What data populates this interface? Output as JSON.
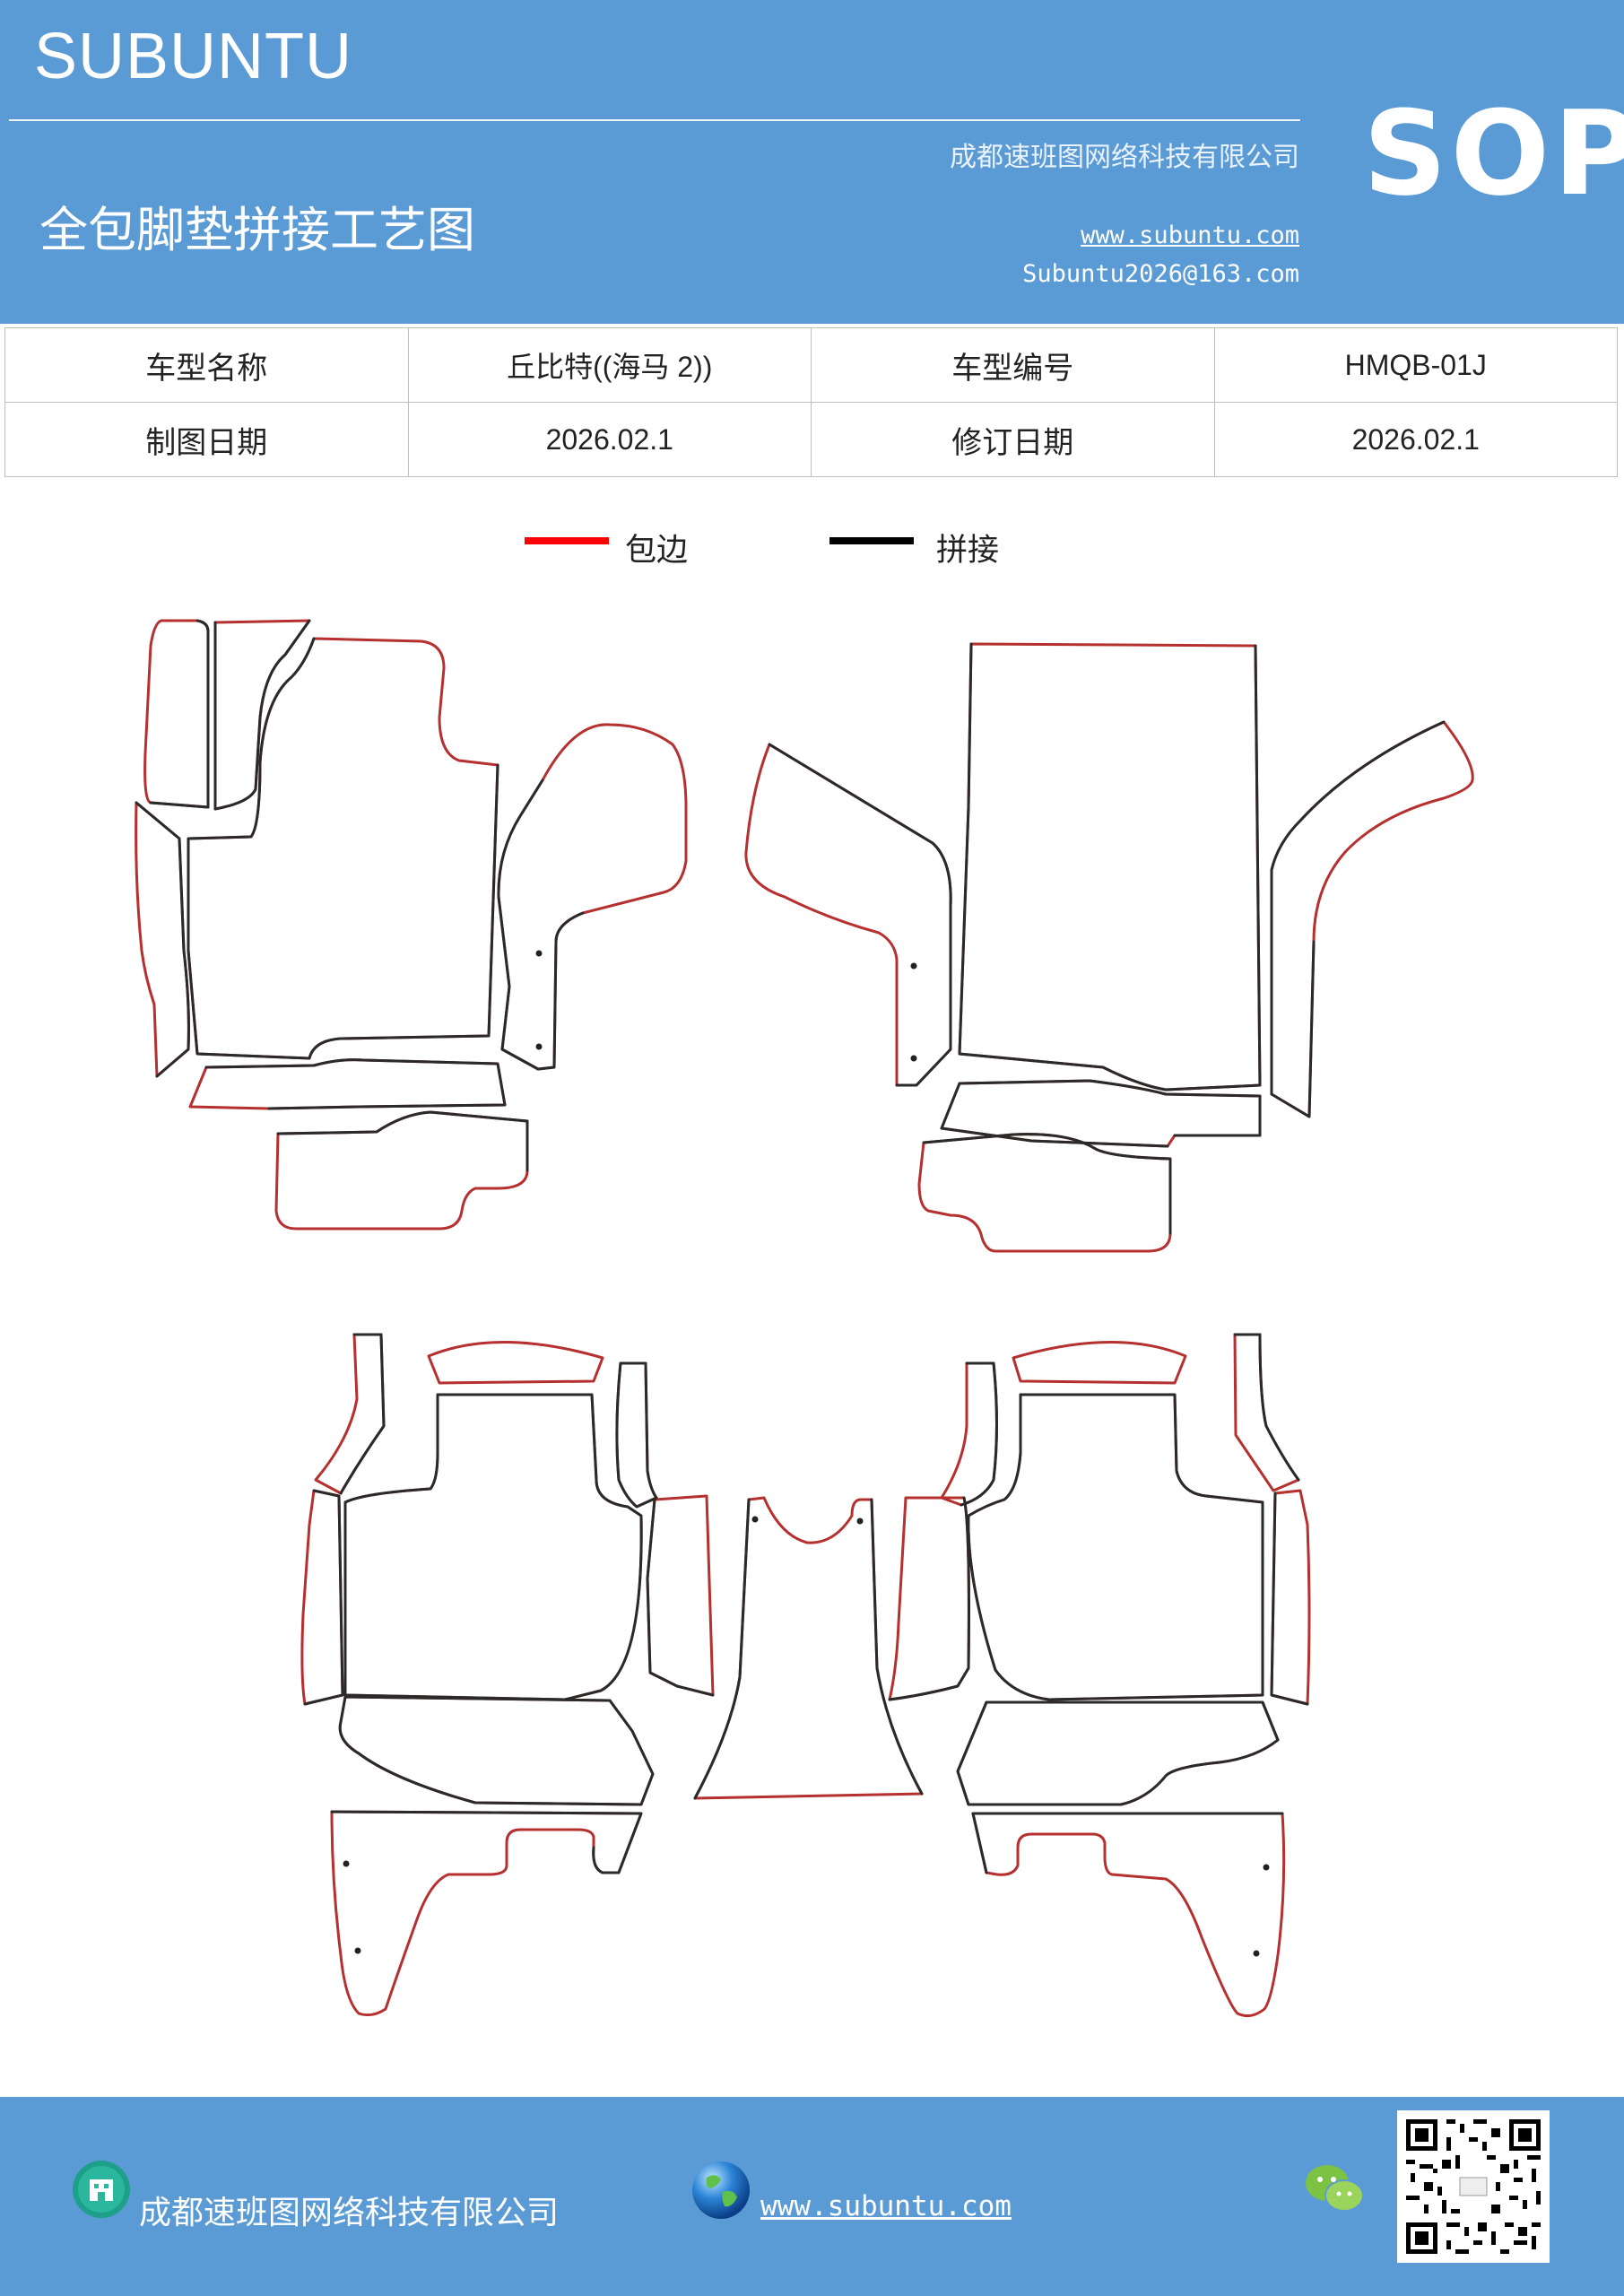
{
  "header": {
    "brand": "SUBUNTU",
    "company": "成都速班图网络科技有限公司",
    "badge": "SOP",
    "title": "全包脚垫拼接工艺图",
    "website": "www.subuntu.com",
    "email": "Subuntu2026@163.com",
    "colors": {
      "header_bg": "#5b9bd5",
      "text": "#ffffff"
    }
  },
  "info_table": {
    "rows": [
      [
        {
          "label": "车型名称",
          "value": "丘比特((海马 2))"
        },
        {
          "label": "车型编号",
          "value": "HMQB-01J"
        }
      ],
      [
        {
          "label": "制图日期",
          "value": "2026.02.1"
        },
        {
          "label": "修订日期",
          "value": "2026.02.1"
        }
      ]
    ]
  },
  "legend": {
    "items": [
      {
        "label": "包边",
        "color": "#ff0000"
      },
      {
        "label": "拼接",
        "color": "#000000"
      }
    ]
  },
  "diagram": {
    "edge_color": "#b5302f",
    "seam_color": "#222222"
  },
  "footer": {
    "company": "成都速班图网络科技有限公司",
    "website": "www.subuntu.com",
    "icons": [
      "building-icon",
      "globe-icon",
      "wechat-icon",
      "qr-code"
    ]
  }
}
